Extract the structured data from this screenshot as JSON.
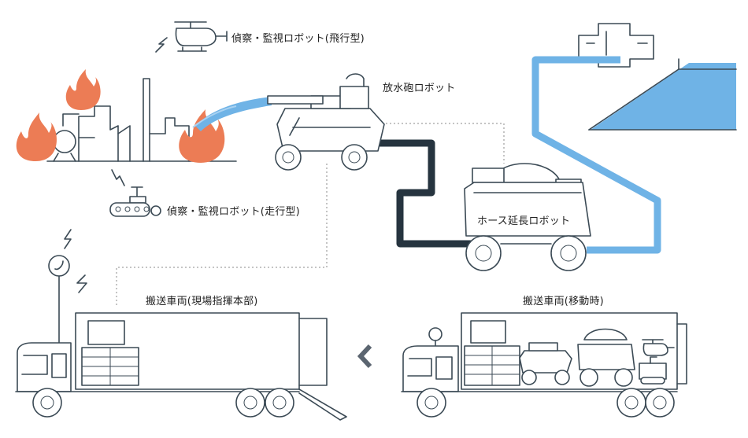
{
  "labels": {
    "aerial_robot": "偵察・監視ロボット(飛行型)",
    "water_cannon_robot": "放水砲ロボット",
    "ground_robot": "偵察・監視ロボット(走行型)",
    "hose_robot": "ホース延長ロボット",
    "command_truck": "搬送車両(現場指揮本部)",
    "transport_truck": "搬送車両(移動時)"
  },
  "colors": {
    "line": "#3b4a55",
    "fire": "#ec7c55",
    "water": "#6fb3e6",
    "water_light": "#a9d2f2",
    "hose_dark": "#26343f",
    "dotted": "#8a8a8a",
    "chevron": "#5b6570"
  },
  "icons": [
    "fire-icon",
    "helicopter-drone-icon",
    "signal-icon",
    "antenna-icon",
    "chevron-left-icon"
  ]
}
